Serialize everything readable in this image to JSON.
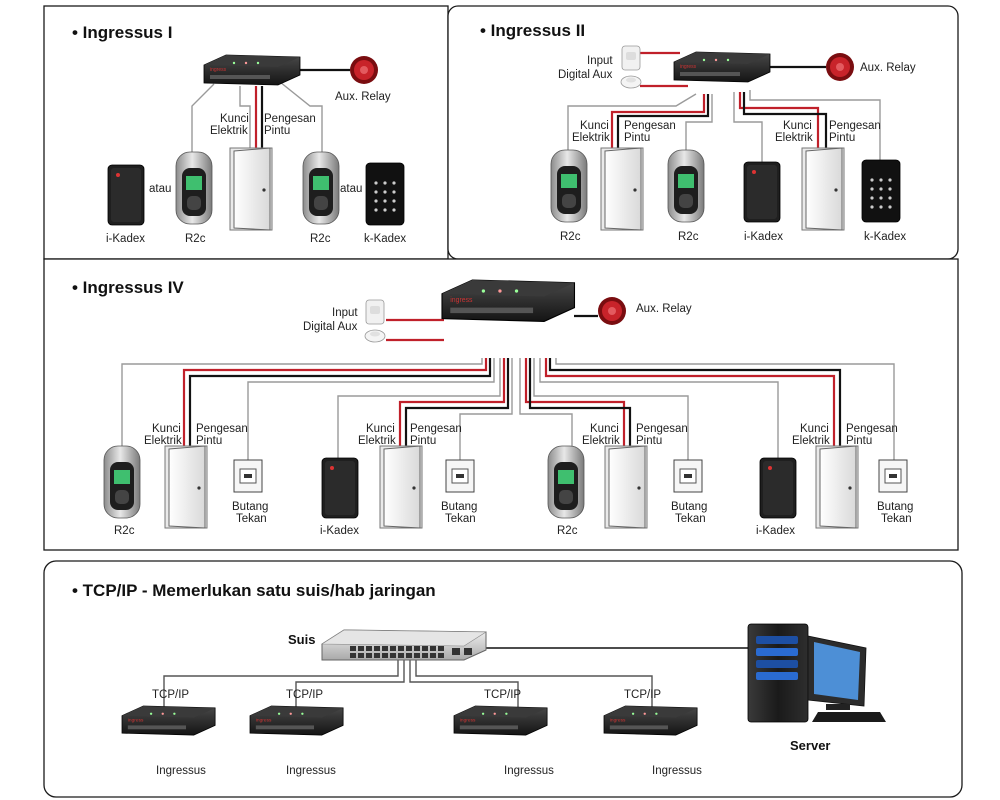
{
  "sections": {
    "ingressus_1": {
      "title": "• Ingressus I",
      "aux_relay": "Aux. Relay",
      "kunci": [
        "Kunci",
        "Elektrik"
      ],
      "pengesan": [
        "Pengesan",
        "Pintu"
      ],
      "atau_left": "atau",
      "atau_right": "atau",
      "devices": [
        "i-Kadex",
        "R2c",
        "R2c",
        "k-Kadex"
      ]
    },
    "ingressus_2": {
      "title": "• Ingressus II",
      "input_digital": [
        "Input",
        "Digital Aux"
      ],
      "aux_relay": "Aux. Relay",
      "kunci": [
        "Kunci",
        "Elektrik"
      ],
      "pengesan": [
        "Pengesan",
        "Pintu"
      ],
      "devices": [
        "R2c",
        "R2c",
        "i-Kadex",
        "k-Kadex"
      ]
    },
    "ingressus_4": {
      "title": "• Ingressus IV",
      "input_digital": [
        "Input",
        "Digital Aux"
      ],
      "aux_relay": "Aux. Relay",
      "kunci": [
        "Kunci",
        "Elektrik"
      ],
      "pengesan": [
        "Pengesan",
        "Pintu"
      ],
      "butang": [
        "Butang",
        "Tekan"
      ],
      "devices": [
        "R2c",
        "i-Kadex",
        "R2c",
        "i-Kadex"
      ]
    },
    "tcpip": {
      "title": "• TCP/IP - Memerlukan satu suis/hab jaringan",
      "switch_label": "Suis",
      "server_label": "Server",
      "tcp_label": "TCP/IP",
      "controller_label": "Ingressus"
    }
  },
  "colors": {
    "red_wire": "#c0202a",
    "gray_wire": "#9a9a9a",
    "black_wire": "#111111",
    "controller": "#2a2a2a"
  }
}
